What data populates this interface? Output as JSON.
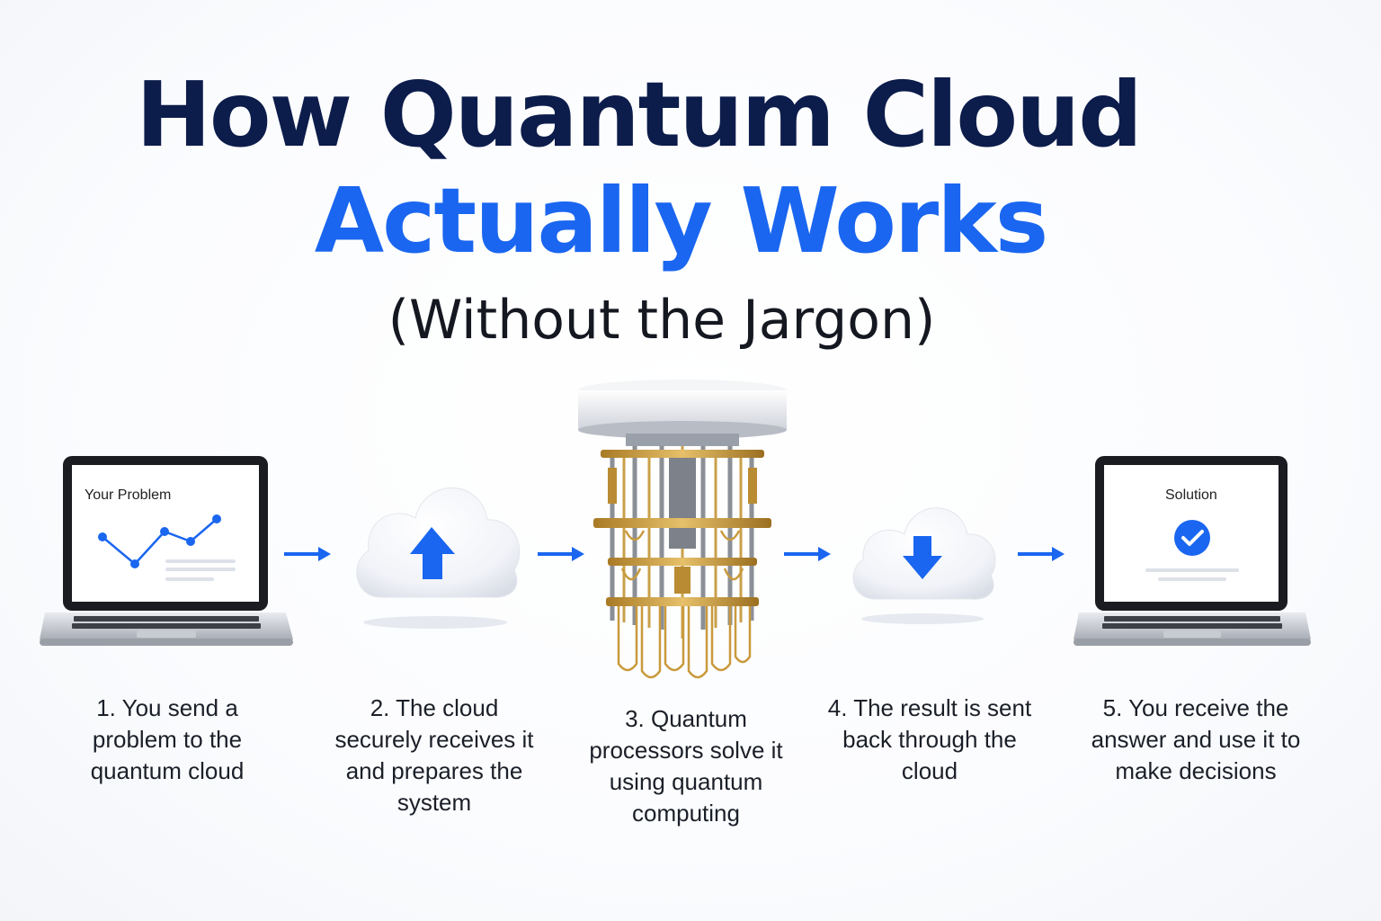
{
  "title": {
    "line1": "How Quantum Cloud",
    "line2": "Actually Works",
    "line3": "(Without the Jargon)"
  },
  "steps": [
    {
      "text": "1.  You send a problem to the quantum cloud",
      "screen_label": "Your Problem",
      "icon": "laptop-chart-icon"
    },
    {
      "text": "2. The cloud securely receives it and prepares the system",
      "icon": "cloud-upload-icon"
    },
    {
      "text": "3. Quantum processors solve it using quantum computing",
      "icon": "quantum-computer-icon"
    },
    {
      "text": "4. The result is sent back through the cloud",
      "icon": "cloud-download-icon"
    },
    {
      "text": "5. You receive the answer and use it to make decisions",
      "screen_label": "Solution",
      "icon": "laptop-check-icon"
    }
  ],
  "colors": {
    "title_dark": "#0c1c4b",
    "title_accent": "#1a66f0",
    "arrow": "#1a66f0",
    "gold": "#c99a3c"
  }
}
